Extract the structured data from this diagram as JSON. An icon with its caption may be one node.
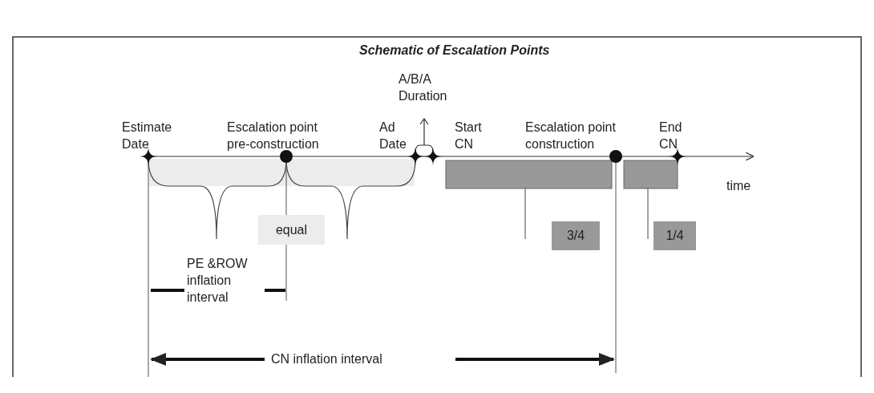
{
  "diagram": {
    "title": "Schematic of Escalation Points",
    "nodes": [
      {
        "text": [
          "equal"
        ]
      },
      {
        "text": [
          "3/4"
        ]
      },
      {
        "text": [
          "1/4"
        ]
      }
    ],
    "labels": [
      "A/B/A Duration",
      "Estimate Date",
      "Escalation point pre-construction",
      "Ad Date",
      "Start CN",
      "Escalation point construction",
      "End CN",
      "time",
      "PE &ROW inflation interval",
      "CN inflation interval"
    ]
  }
}
